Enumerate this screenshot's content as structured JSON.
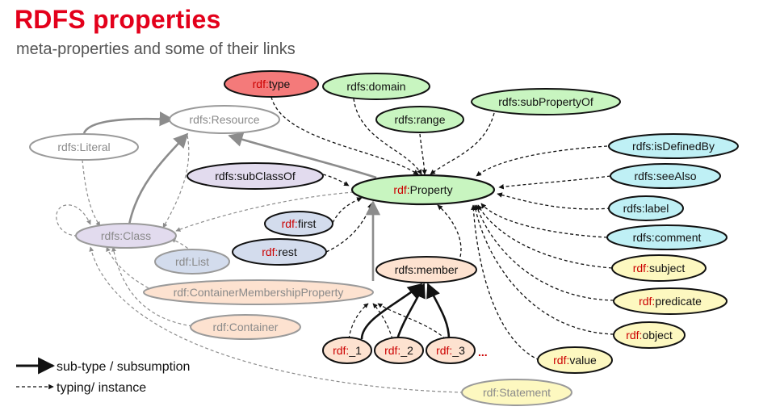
{
  "header": {
    "title": "RDFS properties",
    "subtitle": "meta-properties and some of their links"
  },
  "colors": {
    "title": "#e3001b",
    "prefix_rdf": "#cc0000",
    "type_fill": "#f47a7a",
    "green_fill": "#c8f5c0",
    "cyan_fill": "#bff0f5",
    "yellow_fill": "#fdf8c0",
    "purple_fill": "#e2dbee",
    "blue_fill": "#d3dced",
    "peach_fill": "#fde2d0",
    "faded_stroke": "#9a9a9a"
  },
  "nodes": {
    "type": {
      "prefix": "rdf:",
      "local": "type"
    },
    "domain": {
      "prefix": "",
      "local": "rdfs:domain"
    },
    "range": {
      "prefix": "",
      "local": "rdfs:range"
    },
    "subPropertyOf": {
      "prefix": "",
      "local": "rdfs:subPropertyOf"
    },
    "resource": {
      "prefix": "",
      "local": "rdfs:Resource"
    },
    "literal": {
      "prefix": "",
      "local": "rdfs:Literal"
    },
    "subClassOf": {
      "prefix": "",
      "local": "rdfs:subClassOf"
    },
    "property": {
      "prefix": "rdf:",
      "local": "Property"
    },
    "isDefinedBy": {
      "prefix": "",
      "local": "rdfs:isDefinedBy"
    },
    "seeAlso": {
      "prefix": "",
      "local": "rdfs:seeAlso"
    },
    "label": {
      "prefix": "",
      "local": "rdfs:label"
    },
    "comment": {
      "prefix": "",
      "local": "rdfs:comment"
    },
    "class": {
      "prefix": "",
      "local": "rdfs:Class"
    },
    "first": {
      "prefix": "rdf:",
      "local": "first"
    },
    "rest": {
      "prefix": "rdf:",
      "local": "rest"
    },
    "list": {
      "prefix": "",
      "local": "rdf:List"
    },
    "member": {
      "prefix": "",
      "local": "rdfs:member"
    },
    "cmp": {
      "prefix": "",
      "local": "rdf:ContainerMembershipProperty"
    },
    "container": {
      "prefix": "",
      "local": "rdf:Container"
    },
    "subject": {
      "prefix": "rdf:",
      "local": "subject"
    },
    "predicate": {
      "prefix": "rdf:",
      "local": "predicate"
    },
    "object": {
      "prefix": "rdf:",
      "local": "object"
    },
    "value": {
      "prefix": "rdf:",
      "local": "value"
    },
    "m1": {
      "prefix": "rdf:",
      "local": "_1"
    },
    "m2": {
      "prefix": "rdf:",
      "local": "_2"
    },
    "m3": {
      "prefix": "rdf:",
      "local": "_3"
    },
    "statement": {
      "prefix": "",
      "local": "rdf:Statement"
    }
  },
  "ellipsis": "...",
  "legend": {
    "subtype": "sub-type / subsumption",
    "typing": "typing/ instance"
  }
}
